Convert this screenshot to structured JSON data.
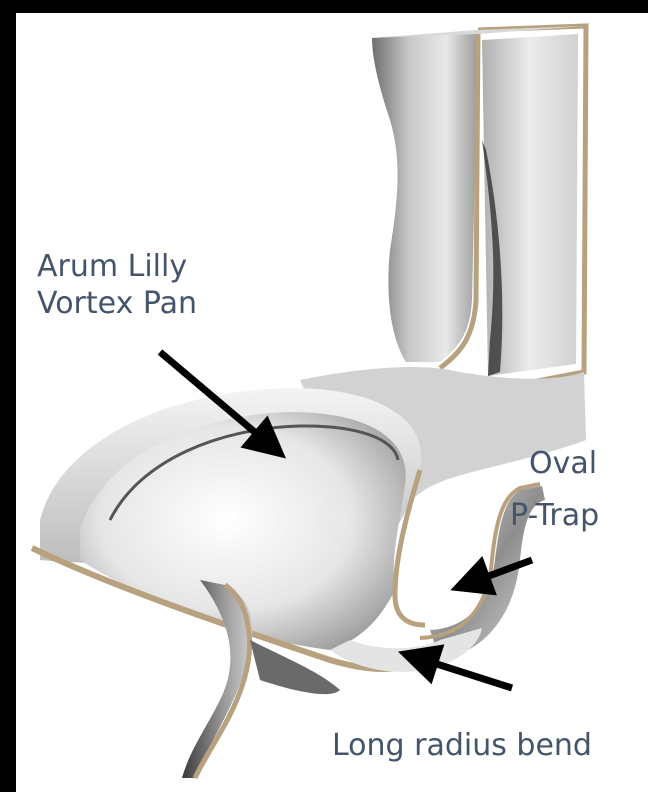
{
  "labels": {
    "pan_line1": "Arum Lilly",
    "pan_line2": "Vortex Pan",
    "trap_line1": "Oval",
    "trap_line2": "P-Trap",
    "bend": "Long radius bend"
  },
  "colors": {
    "label_text": "#44546a",
    "section_edge": "#b8a17e",
    "frame": "#000000",
    "background": "#ffffff"
  }
}
